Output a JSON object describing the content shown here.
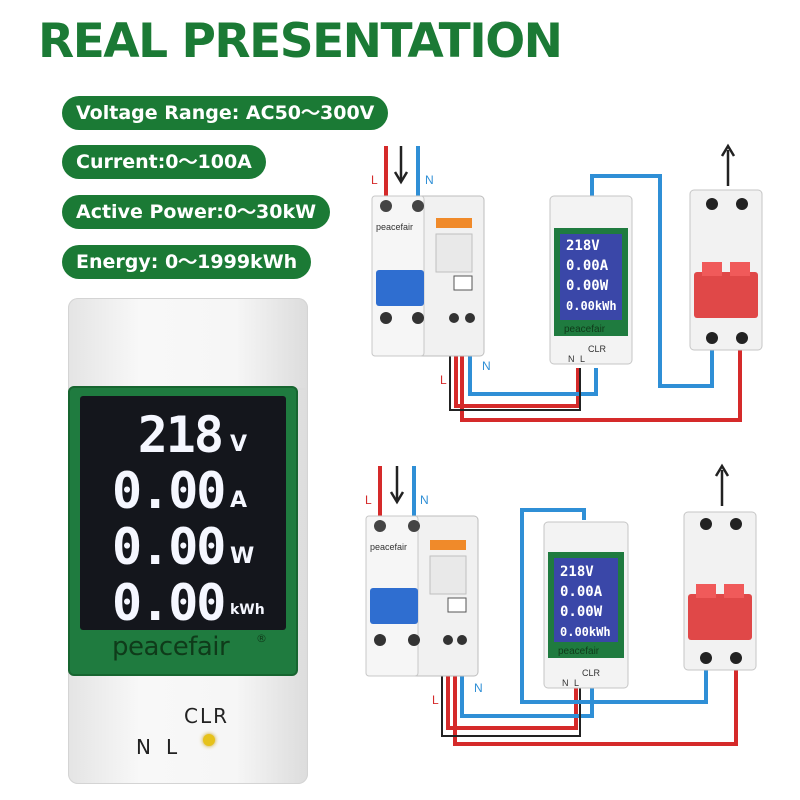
{
  "headline": "REAL PRESENTATION",
  "specs": [
    "Voltage Range: AC50～300V",
    "Current:0～100A",
    "Active Power:0～30kW",
    "Energy: 0～1999kWh"
  ],
  "meter": {
    "readings": [
      {
        "value": "218",
        "unit": "V"
      },
      {
        "value": "0.00",
        "unit": "A"
      },
      {
        "value": "0.00",
        "unit": "W"
      },
      {
        "value": "0.00",
        "unit": "kWh"
      }
    ],
    "brand": "peacefair",
    "reg": "®",
    "clr_label": "CLR",
    "n_label": "N",
    "l_label": "L"
  },
  "diagram": {
    "line_label": "L",
    "neutral_label": "N",
    "breaker_brand": "peacefair",
    "mini_brand": "peacefair",
    "mini_readings": [
      "218V",
      "0.00A",
      "0.00W",
      "0.00kWh"
    ],
    "mini_clr": "CLR",
    "mini_n": "N",
    "mini_l": "L"
  },
  "colors": {
    "brand_green": "#1b7a35",
    "live": "#d52a2a",
    "neutral": "#2f8fd6",
    "ground": "#222222"
  }
}
